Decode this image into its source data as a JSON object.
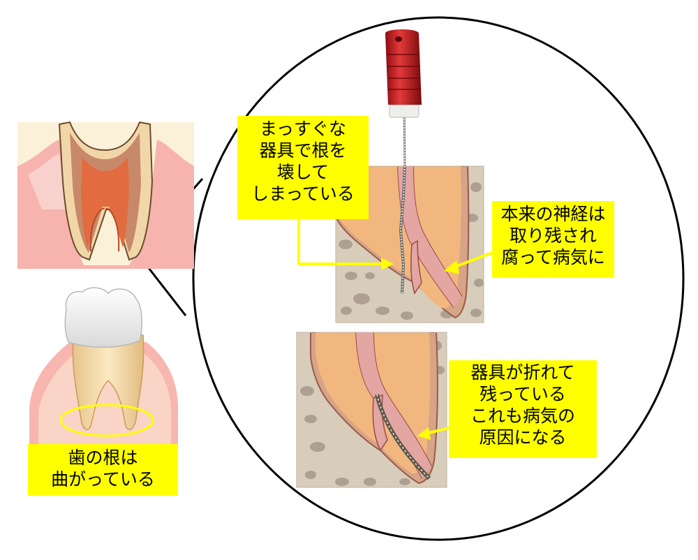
{
  "labels": {
    "instrument_damage": "まっすぐな\n器具で根を\n壊して\nしまっている",
    "nerve_left": "本来の神経は\n取り残され\n腐って病気に",
    "broken_instrument": "器具が折れて\n残っている\nこれも病気の\n原因になる",
    "curved_roots": "歯の根は\n曲がっている"
  },
  "colors": {
    "label_bg": "#ffff00",
    "arrow": "#ffff00",
    "gum": "#f5a7a0",
    "dentin": "#f0c38c",
    "bone": "#d8ccba",
    "file_handle": "#c8171d",
    "pulp": "#e06a3c"
  },
  "icons": {
    "file_handle": "endodontic-file-icon"
  }
}
